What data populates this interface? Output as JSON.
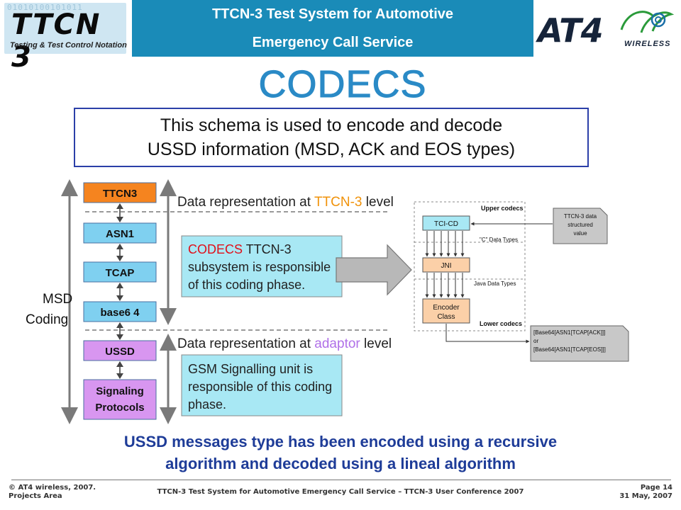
{
  "header": {
    "title_line1": "TTCN-3 Test System for Automotive",
    "title_line2": "Emergency Call Service",
    "left_logo_bits": "01010100101011",
    "left_logo_word": "TTCN 3",
    "left_logo_subtitle": "Testing & Test Control Notation",
    "right_logo_word": "AT4",
    "right_logo_subtitle": "WIRELESS"
  },
  "slide_title": "CODECS",
  "intro": {
    "line1": "This schema is used to encode and decode",
    "line2": "USSD information (MSD, ACK and EOS types)"
  },
  "stack": {
    "layers": [
      "TTCN3",
      "ASN1",
      "TCAP",
      "base6 4",
      "USSD",
      "Signaling",
      "Protocols"
    ],
    "side_label_line1": "MSD",
    "side_label_line2": "Coding",
    "level_top_prefix": "Data representation at ",
    "level_top_highlight": "TTCN-3",
    "level_top_suffix": " level",
    "level_bottom_prefix": "Data representation at ",
    "level_bottom_highlight": "adaptor",
    "level_bottom_suffix": " level",
    "codecs_box": {
      "highlight": "CODECS",
      "line1_rest": " TTCN-3",
      "line2": "subsystem is responsible",
      "line3": "of this coding phase."
    },
    "gsm_box": {
      "line1": "GSM Signalling unit is",
      "line2": "responsible of this coding",
      "line3": "phase."
    }
  },
  "codec_diagram": {
    "upper_codecs": "Upper codecs",
    "tci_cd": "TCI-CD",
    "c_data_types": "\"C\" Data Types",
    "jni": "JNI",
    "java_data_types": "Java Data Types",
    "encoder_line1": "Encoder",
    "encoder_line2": "Class",
    "lower_codecs": "Lower codecs",
    "ttcn_value_line1": "TTCN-3 data",
    "ttcn_value_line2": "structured",
    "ttcn_value_line3": "value",
    "output_line1": "[Base64[ASN1[TCAP[ACK]]]",
    "output_line2": "or",
    "output_line3": "[Base64[ASN1[TCAP[EOS]]]"
  },
  "bottom_text": {
    "line1": "USSD messages type has been encoded using a recursive",
    "line2": "algorithm and decoded using a lineal algorithm"
  },
  "footer": {
    "left_line1": "© AT4 wireless, 2007.",
    "left_line2": "Projects Area",
    "center": "TTCN-3 Test System for Automotive Emergency Call Service – TTCN-3 User Conference 2007",
    "right_line1": "Page 14",
    "right_line2": "31 May, 2007"
  },
  "colors": {
    "header_bar": "#1a8bb8",
    "title_blue": "#2a8ac6",
    "ttcn3_box": "#f5841f",
    "codec_layer_box": "#7fd0f0",
    "ussd_layer_box": "#d896f0",
    "note_box": "#a8e8f4",
    "highlight_red": "#e0101a",
    "highlight_orange": "#f0920a",
    "highlight_purple": "#b070e8",
    "bottom_text": "#1e3c98",
    "codec_box_orange": "#fbd0a8"
  }
}
